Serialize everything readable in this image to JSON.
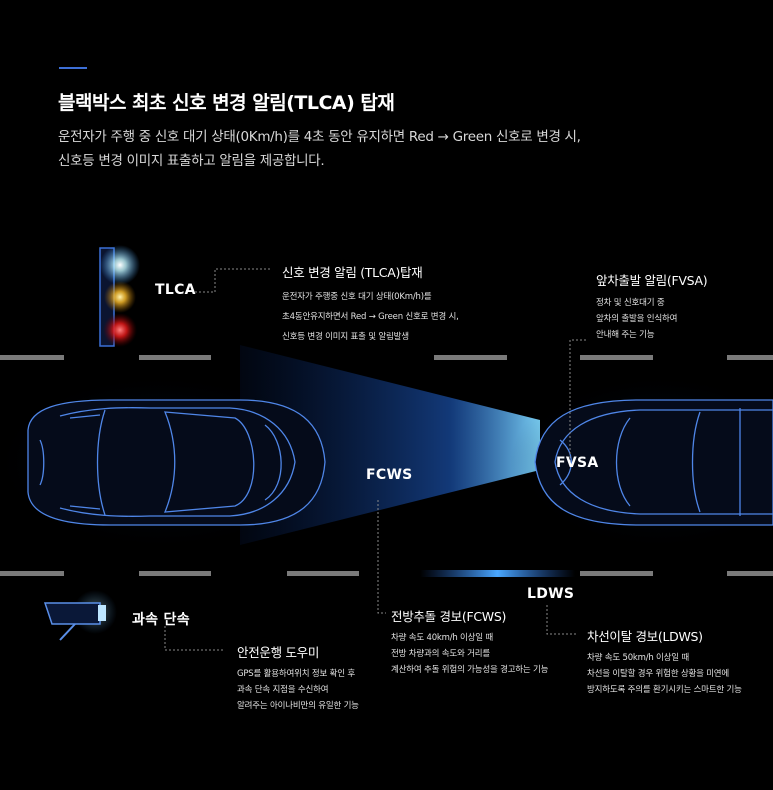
{
  "header": {
    "title": "블랙박스 최초 신호 변경 알림(TLCA) 탑재",
    "desc_line1": "운전자가 주행 중 신호 대기 상태(0Km/h)를 4초 동안 유지하면 Red → Green 신호로 변경 시,",
    "desc_line2": "신호등 변경 이미지 표출하고 알림을 제공합니다."
  },
  "labels": {
    "tlca": "TLCA",
    "fcws": "FCWS",
    "fvsa": "FVSA",
    "ldws": "LDWS",
    "speed_camera": "과속 단속"
  },
  "callouts": {
    "tlca": {
      "heading": "신호 변경 알림 (TLCA)탑재",
      "lines": [
        "운전자가 주행중 신호 대기 상태(0Km/h)를",
        "초4동안유지하면서 Red → Green 신호로 변경 시,",
        "신호등 변경 이미지 표출 및 알림발생"
      ]
    },
    "fvsa": {
      "heading": "앞차출발 알림(FVSA)",
      "lines": [
        "정차 및 신호대기 중",
        "앞차의 출발을 인식하여",
        "안내해 주는 기능"
      ]
    },
    "fcws": {
      "heading": "전방추돌 경보(FCWS)",
      "lines": [
        "차량 속도 40km/h 이상일 때",
        "전방 차량과의 속도와 거리를",
        "계산하여 추돌 위험의 가능성을 경고하는 기능"
      ]
    },
    "ldws": {
      "heading": "차선이탈 경보(LDWS)",
      "lines": [
        "차량 속도 50km/h 이상일 때",
        "차선을 이탈할 경우 위험한 상황을 미연에",
        "방지하도록 주의를 환기시키는 스마트한 기능"
      ]
    },
    "safety": {
      "heading": "안전운행 도우미",
      "lines": [
        "GPS를 활용하여위치 정보 확인 후",
        "과속 단속 지점을 수신하여",
        "알려주는 아이나비만의 유일한 기능"
      ]
    }
  },
  "colors": {
    "background": "#000000",
    "accent": "#3d6fd6",
    "car_outline": "#4f86e8",
    "beam": "#1f6fd0",
    "road_line": "#8a8a8a"
  }
}
